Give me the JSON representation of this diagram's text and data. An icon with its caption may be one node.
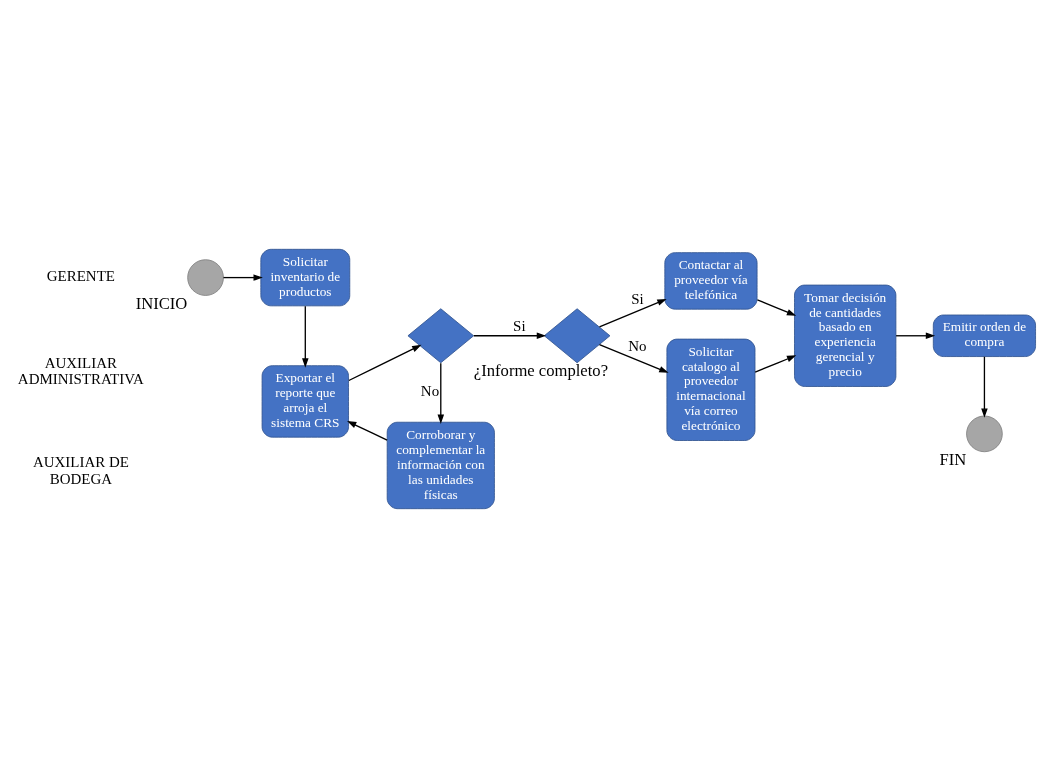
{
  "diagram": {
    "nodes": [
      {
        "text": [],
        "shape": "circle",
        "beside": [
          "INICIO"
        ]
      },
      {
        "text": [
          "Solicitar inventario de productos"
        ]
      },
      {
        "text": [],
        "shape": "diamond"
      },
      {
        "text": [
          "Contactar al proveedor vía telefónica"
        ]
      },
      {
        "text": [
          "Tomar decisión de cantidades basado en experiencia gerencial y precio"
        ]
      },
      {
        "text": [
          "Emitir orden de compra"
        ]
      },
      {
        "text": [
          "Solicitar catalogo al proveedor internacional vía correo electrónico"
        ]
      },
      {
        "text": [
          "Exportar el reporte que arroja el sistema CRS"
        ]
      },
      {
        "text": [],
        "shape": "diamond",
        "beside": [
          "¿Informe completo?"
        ]
      },
      {
        "text": [],
        "shape": "circle",
        "beside": [
          "FIN"
        ]
      },
      {
        "text": [
          "Corroborar y complementar la información con las unidades físicas"
        ]
      }
    ],
    "edges": [
      {
        "from": 0,
        "to": 1,
        "arrow": "to"
      },
      {
        "from": 1,
        "to": 7,
        "arrow": "to"
      },
      {
        "from": 7,
        "to": 8,
        "arrow": "to"
      },
      {
        "from": 8,
        "to": 2,
        "arrow": "to",
        "label": "Si"
      },
      {
        "from": 8,
        "to": 10,
        "arrow": "to",
        "label": "No"
      },
      {
        "from": 10,
        "to": 7,
        "arrow": "to"
      },
      {
        "from": 2,
        "to": 3,
        "arrow": "to",
        "label": "Si"
      },
      {
        "from": 2,
        "to": 6,
        "arrow": "to",
        "label": "No"
      },
      {
        "from": 3,
        "to": 4,
        "arrow": "to"
      },
      {
        "from": 6,
        "to": 4,
        "arrow": "to"
      },
      {
        "from": 4,
        "to": 5,
        "arrow": "to"
      },
      {
        "from": 5,
        "to": 9,
        "arrow": "to"
      }
    ],
    "labels": [
      "GERENTE",
      "AUXILIAR ADMINISTRATIVA",
      "AUXILIAR DE BODEGA"
    ]
  }
}
